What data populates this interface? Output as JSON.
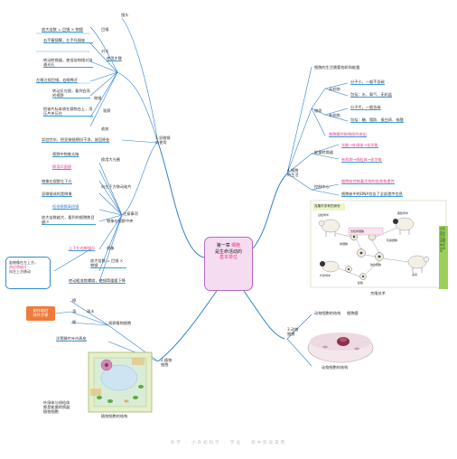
{
  "center": {
    "line1_a": "第一章",
    "line1_b": "细胞",
    "line2": "是生命活动的",
    "line3": "基本单位"
  },
  "branch1": {
    "title_line1": "1.显微镜",
    "title_line2": "的使用",
    "lens": "镜头",
    "lens_item1": "目镜",
    "lens_item2": "物镜",
    "lens_note": "放大倍数 = 目镜 × 物镜",
    "use_title": "使用步骤",
    "mirror_title": "取镜和安放",
    "mirror_text": "右手握镜臂，左手托镜座",
    "focus_title": "对光",
    "focus_text1": "转动转换器，使低倍物镜对准通光孔",
    "focus_text2": "左眼注视目镜，右眼睁开",
    "focus_text3": "转动反光镜，看到白亮的视野",
    "observe_title": "观察",
    "observe_text1": "把玻片标本放在载物台上，用压片夹压住",
    "observe_text2": "转动粗准焦螺旋，使镜筒缓缓下降",
    "observe_text3": "眼睛看着物镜，以免物镜碰到玻片标本",
    "observe_text4": "左眼向目镜内看，转动粗准焦螺旋使镜筒上升",
    "clean_title": "收放",
    "clean_text": "实验完毕，把显微镜擦拭干净，放回原处",
    "notes_title": "注意事项",
    "note1": "视野中物像太暗",
    "note1a": "换用大光圈",
    "note1b": "换用凹面镜",
    "note2": "物像在视野左下方",
    "note2a": "向左下方移动玻片",
    "note3": "显微镜成的是倒像",
    "note3a": "放大倍数越大，看到的细胞数目越少",
    "note4": "低倍镜换高倍镜",
    "note5": "物像在视野中央",
    "note6": "上下左右都相反",
    "note6a": "倒像",
    "note7": "放大倍数 = 目镜 × 物镜"
  },
  "left_note": {
    "line1": "若物像在左上方，",
    "line2": "则应将玻片",
    "line3": "向左上方移动",
    "pk": "左上方"
  },
  "branch2": {
    "title_line1": "2.植物",
    "title_line2": "细胞",
    "orange_tag_line1": "制作临时",
    "orange_tag_line2": "装片步骤",
    "step1": "擦",
    "step2": "滴",
    "step3": "撕",
    "step4": "展",
    "step5": "盖",
    "step6": "染",
    "drop_text": "清水",
    "tear_text": "洋葱鳞片叶内表皮",
    "stain_text": "碘液",
    "obs_title": "观察植物细胞",
    "cell_wall": "细胞壁",
    "cell_text1": "细胞膜",
    "cell_text2": "细胞核",
    "bottom_text1": "叶绿体与线粒体",
    "bottom_text2": "都是能量转换器",
    "bottom_text3": "植物细胞",
    "caption": "植物细胞的结构"
  },
  "branch3": {
    "title_line1": "3.动物",
    "title_line2": "细胞",
    "item1": "动物细胞的结构",
    "item2": "细胞膜",
    "caption": "动物细胞的结构"
  },
  "branch4": {
    "title_line1": "4.细胞",
    "title_line2": "的生活",
    "sub1": "细胞的生活需要物质和能量",
    "matter": "物质",
    "inorganic": "无机物",
    "inorg1": "分子小，一般不含碳",
    "inorg2": "包括：水、氧气、无机盐",
    "organic": "有机物",
    "org1": "分子大，一般含碳",
    "org2": "包括：糖、脂肪、蛋白质、核酸",
    "membrane": "细胞膜控制物质的进出",
    "energy": "能量转换器",
    "chloro": "光能→叶绿体→化学能",
    "mito": "有机物→线粒体→化学能",
    "control_title": "控制中心",
    "control1": "细胞核控制着生物的发育和遗传",
    "control2": "细胞核中的DNA包含了全部遗传信息",
    "dolly_caption": "克隆羊多莉的身世",
    "dolly_side": "多莉的基因来自提供细胞核的母羊",
    "bottom_caption": "克隆技术",
    "label_a": "白脸母羊",
    "label_b": "黑脸母羊",
    "label_c": "卵细胞",
    "label_d": "乳腺细胞",
    "label_e": "去核卵细胞",
    "label_f": "融合细胞",
    "label_g": "胚胎",
    "label_h": "代孕母羊",
    "label_i": "多莉"
  },
  "footer": "升学 · 小升初科学 · 学业 · 初中阶段常用"
}
